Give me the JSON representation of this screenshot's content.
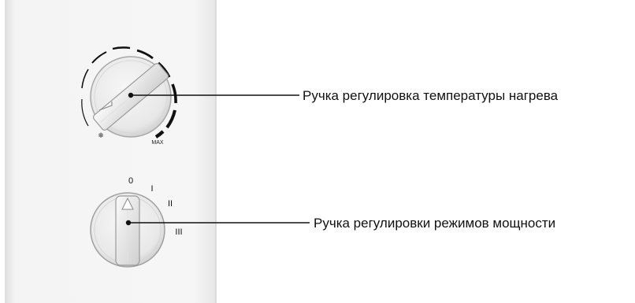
{
  "callouts": {
    "temperature_knob": "Ручка регулировка температуры нагрева",
    "power_mode_knob": "Ручка регулировки режимов мощности"
  },
  "temperature_dial": {
    "min_symbol": "❄",
    "max_label": "MAX"
  },
  "power_dial": {
    "positions": [
      "0",
      "I",
      "II",
      "III"
    ]
  },
  "colors": {
    "panel": "#f3f3f3",
    "panel_edge": "#d9d9d9",
    "knob": "#eeeeee",
    "ink": "#111111"
  }
}
